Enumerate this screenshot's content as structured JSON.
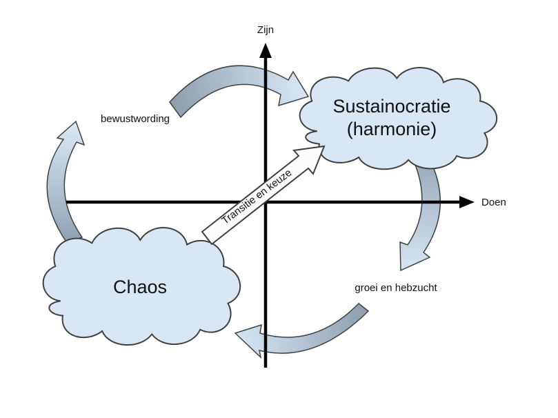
{
  "diagram": {
    "type": "quadrant-cycle-diagram",
    "axes": {
      "vertical_label": "Zijn",
      "horizontal_label": "Doen"
    },
    "nodes": {
      "sustainocratie": {
        "line1": "Sustainocratie",
        "line2": "(harmonie)"
      },
      "chaos": {
        "line1": "Chaos"
      }
    },
    "labels": {
      "awareness": "bewustwording",
      "greed": "groei en hebzucht",
      "transition": "Transitie en keuze"
    },
    "colors": {
      "cloud_fill": "#d9e6f4",
      "cloud_stroke": "#3f3f3f",
      "swoosh_tail": "#8d9faf",
      "swoosh_head": "#d6e5f3",
      "swoosh_stroke": "#3f3f3f",
      "transition_fill": "#fafcfe",
      "axis": "#000000",
      "text": "#111111"
    }
  }
}
